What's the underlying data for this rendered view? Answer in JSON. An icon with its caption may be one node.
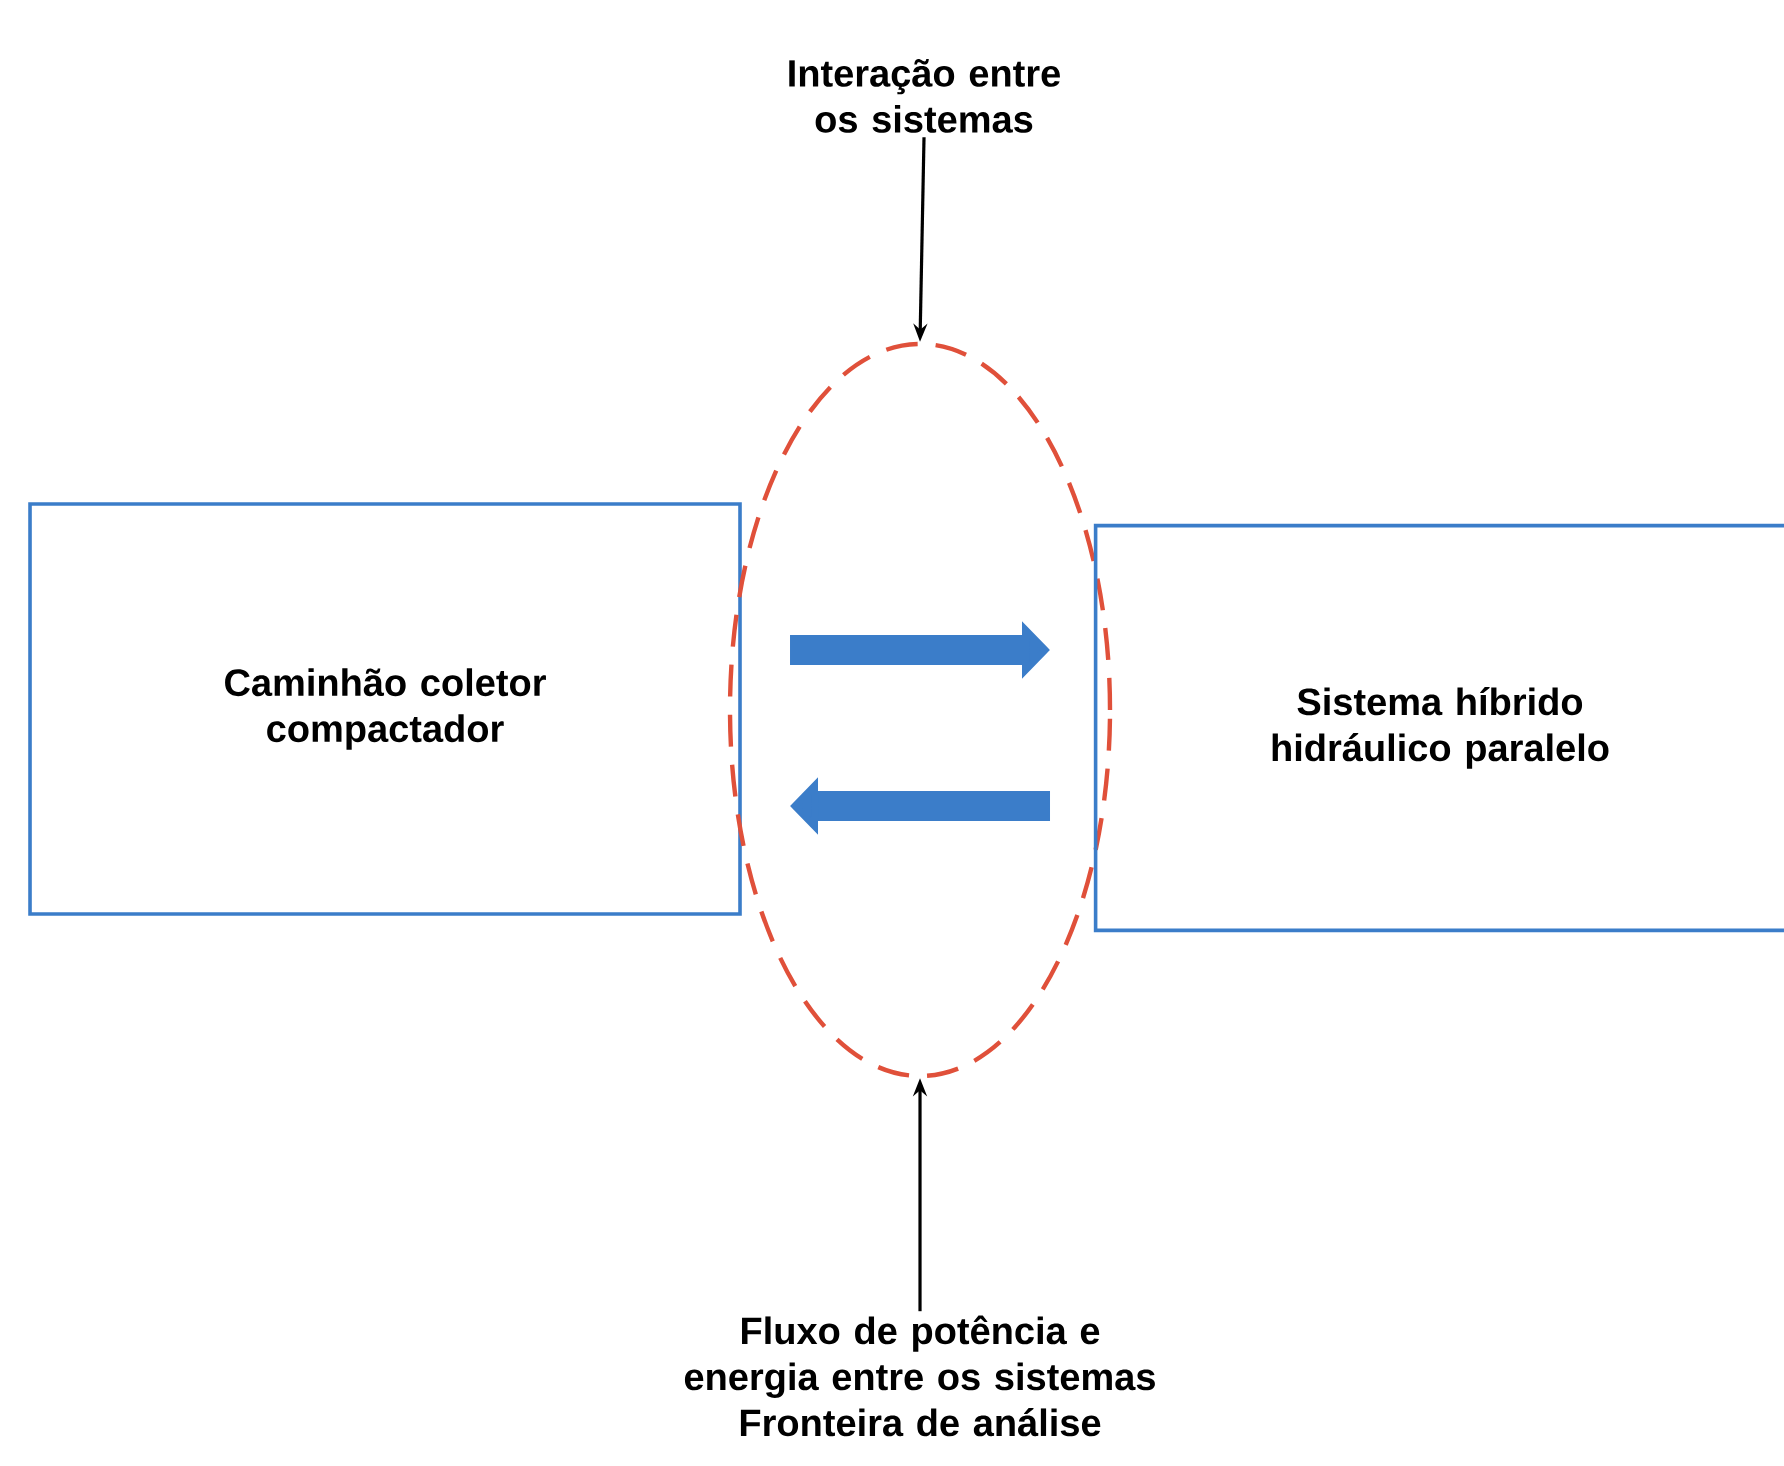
{
  "diagram": {
    "nodes": [
      {
        "text": [
          "Caminhão coletor compactador"
        ]
      },
      {
        "text": [],
        "shape": "ellipse"
      },
      {
        "text": [
          "Sistema híbrido hidráulico paralelo"
        ]
      },
      {
        "text": [
          "Interação entre os sistemas"
        ]
      },
      {
        "text": [
          "Fluxo de potência e energia entre os sistemas",
          "Fronteira de análise"
        ]
      }
    ],
    "edges": [
      {
        "from": 3,
        "to": 1,
        "arrow": "to"
      },
      {
        "from": 4,
        "to": 1,
        "arrow": "to"
      }
    ]
  }
}
